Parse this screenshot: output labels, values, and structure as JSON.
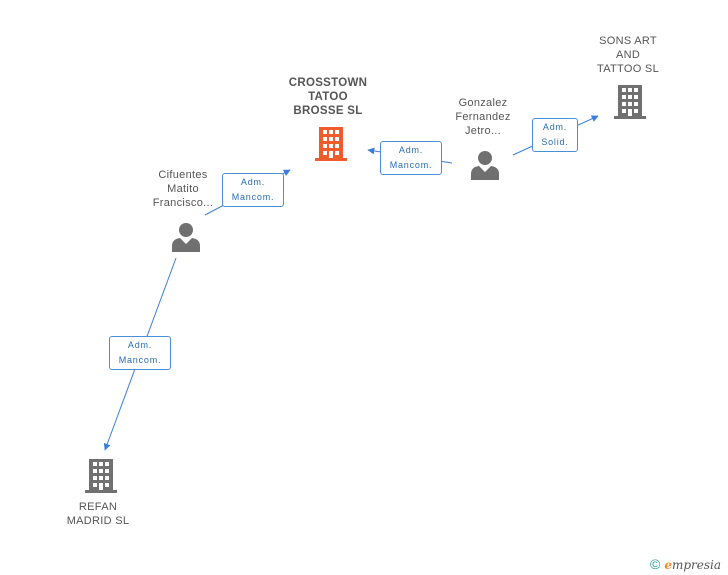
{
  "colors": {
    "edge": "#3b7dd8",
    "company_main": "#ef5b2a",
    "company": "#707070",
    "person": "#707070"
  },
  "nodes": {
    "crosstown": {
      "type": "company",
      "icon": "building-icon",
      "lines": [
        "CROSSTOWN",
        "TATOO",
        "BROSSE SL"
      ],
      "highlighted": true
    },
    "sons_art": {
      "type": "company",
      "icon": "building-icon",
      "lines": [
        "SONS ART",
        "AND",
        "TATTOO SL"
      ]
    },
    "gonzalez": {
      "type": "person",
      "icon": "person-icon",
      "lines": [
        "Gonzalez",
        "Fernandez",
        "Jetro..."
      ]
    },
    "cifuentes": {
      "type": "person",
      "icon": "person-icon",
      "lines": [
        "Cifuentes",
        "Matito",
        "Francisco..."
      ]
    },
    "refan": {
      "type": "company",
      "icon": "building-icon",
      "lines": [
        "REFAN",
        "MADRID SL"
      ]
    }
  },
  "edges": {
    "gonzalez_crosstown": {
      "from": "gonzalez",
      "to": "crosstown",
      "lines": [
        "Adm.",
        "Mancom."
      ]
    },
    "gonzalez_sons": {
      "from": "gonzalez",
      "to": "sons_art",
      "lines": [
        "Adm.",
        "Solid."
      ]
    },
    "cifuentes_crosstown": {
      "from": "cifuentes",
      "to": "crosstown",
      "lines": [
        "Adm.",
        "Mancom."
      ]
    },
    "cifuentes_refan": {
      "from": "cifuentes",
      "to": "refan",
      "lines": [
        "Adm.",
        "Mancom."
      ]
    }
  },
  "footer": {
    "copyright_symbol": "©",
    "brand_initial": "e",
    "brand_rest": "mpresia"
  }
}
